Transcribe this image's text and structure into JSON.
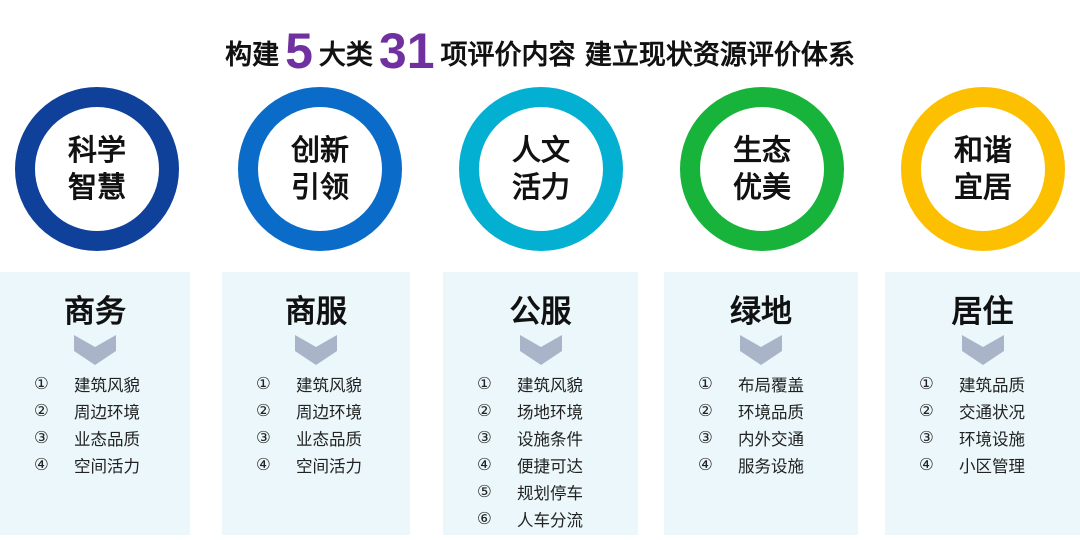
{
  "title": {
    "prefix": "构建",
    "num1": "5",
    "mid": "大类",
    "num2": "31",
    "suffix": "项评价内容 建立现状资源评价体系"
  },
  "colors": {
    "accent": "#7030a0",
    "panel_bg": "#ebf7fa",
    "chevron": "#aab4c8"
  },
  "pillars": [
    {
      "line1": "科学",
      "line2": "智慧",
      "color": "#10419a"
    },
    {
      "line1": "创新",
      "line2": "引领",
      "color": "#0a6cc8"
    },
    {
      "line1": "人文",
      "line2": "活力",
      "color": "#03b0d2"
    },
    {
      "line1": "生态",
      "line2": "优美",
      "color": "#17b33a"
    },
    {
      "line1": "和谐",
      "line2": "宜居",
      "color": "#fcc000"
    }
  ],
  "categories": [
    {
      "name": "商务",
      "items": [
        {
          "n": "①",
          "t": "建筑风貌"
        },
        {
          "n": "②",
          "t": "周边环境"
        },
        {
          "n": "③",
          "t": "业态品质"
        },
        {
          "n": "④",
          "t": "空间活力"
        }
      ]
    },
    {
      "name": "商服",
      "items": [
        {
          "n": "①",
          "t": "建筑风貌"
        },
        {
          "n": "②",
          "t": "周边环境"
        },
        {
          "n": "③",
          "t": "业态品质"
        },
        {
          "n": "④",
          "t": "空间活力"
        }
      ]
    },
    {
      "name": "公服",
      "items": [
        {
          "n": "①",
          "t": "建筑风貌"
        },
        {
          "n": "②",
          "t": "场地环境"
        },
        {
          "n": "③",
          "t": "设施条件"
        },
        {
          "n": "④",
          "t": "便捷可达"
        },
        {
          "n": "⑤",
          "t": "规划停车"
        },
        {
          "n": "⑥",
          "t": "人车分流"
        }
      ]
    },
    {
      "name": "绿地",
      "items": [
        {
          "n": "①",
          "t": "布局覆盖"
        },
        {
          "n": "②",
          "t": "环境品质"
        },
        {
          "n": "③",
          "t": "内外交通"
        },
        {
          "n": "④",
          "t": "服务设施"
        }
      ]
    },
    {
      "name": "居住",
      "items": [
        {
          "n": "①",
          "t": "建筑品质"
        },
        {
          "n": "②",
          "t": "交通状况"
        },
        {
          "n": "③",
          "t": "环境设施"
        },
        {
          "n": "④",
          "t": "小区管理"
        }
      ]
    }
  ]
}
